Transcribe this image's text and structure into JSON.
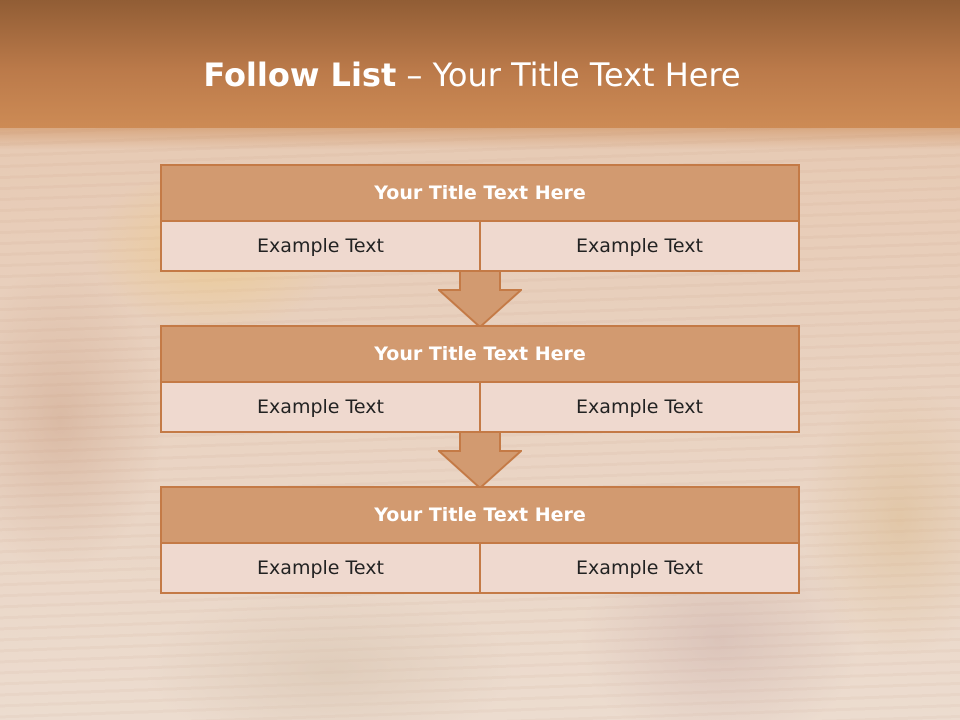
{
  "slide": {
    "title_strong": "Follow List",
    "title_light": " – Your Title Text Here"
  },
  "blocks": [
    {
      "title": "Your Title Text Here",
      "left": "Example Text",
      "right": "Example Text"
    },
    {
      "title": "Your Title Text Here",
      "left": "Example Text",
      "right": "Example Text"
    },
    {
      "title": "Your Title Text Here",
      "left": "Example Text",
      "right": "Example Text"
    }
  ],
  "colors": {
    "accent": "#c47a46",
    "header_fill": "#d29a70",
    "cell_fill": "#efd9cf",
    "title_band": "#c98650"
  },
  "icons": {
    "connector": "down-arrow-icon"
  }
}
